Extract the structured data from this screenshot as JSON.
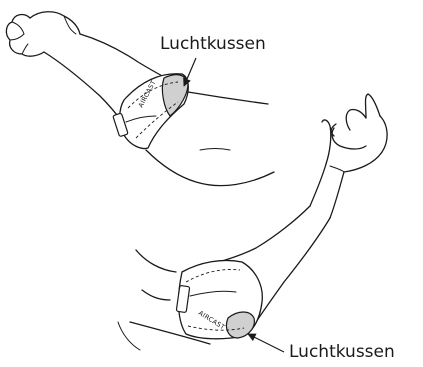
{
  "callouts": [
    {
      "text": "Luchtkussen"
    },
    {
      "text": "Luchtkussen"
    }
  ],
  "brand_text": "AIRCAST",
  "colors": {
    "ink": "#1a1a1a",
    "pad_fill": "#d0d0d0",
    "background": "#ffffff"
  }
}
